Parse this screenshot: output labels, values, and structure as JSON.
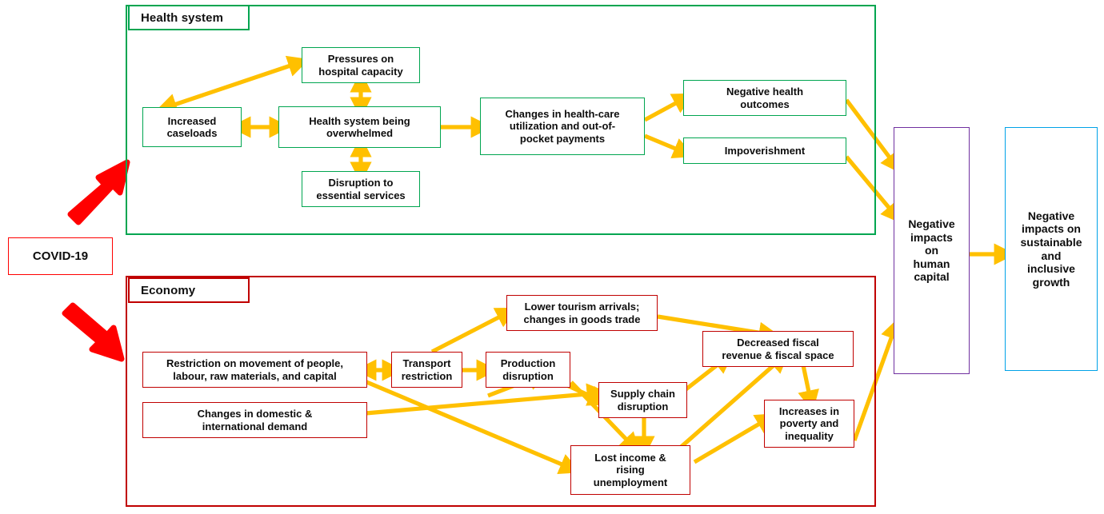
{
  "figure": {
    "title": "COVID-19 impact pathways diagram",
    "colors": {
      "health_panel": "#00A550",
      "economy_panel": "#C00000",
      "human_capital": "#7030A0",
      "growth": "#00A2E8",
      "covid": "#FF0000",
      "arrow": "#FFC000",
      "covid_arrow": "#FF0000"
    }
  },
  "covid": {
    "label": "COVID-19"
  },
  "health": {
    "panel_label": "Health system",
    "nodes": {
      "pressures": "Pressures on\nhospital capacity",
      "caseloads": "Increased\ncaseloads",
      "overwhelmed": "Health system being\noverwhelmed",
      "disruption": "Disruption to\nessential services",
      "changes": "Changes in health-care\nutilization and out-of-\npocket payments",
      "outcomes": "Negative health\noutcomes",
      "impoverishment": "Impoverishment"
    }
  },
  "economy": {
    "panel_label": "Economy",
    "nodes": {
      "restriction": "Restriction on movement of people,\nlabour, raw materials, and capital",
      "demand": "Changes in domestic &\ninternational demand",
      "transport": "Transport\nrestriction",
      "production": "Production\ndisruption",
      "tourism": "Lower tourism arrivals;\nchanges in goods trade",
      "supply_chain": "Supply chain\ndisruption",
      "fiscal": "Decreased fiscal\nrevenue & fiscal space",
      "lost_income": "Lost income &\nrising\nunemployment",
      "poverty": "Increases in\npoverty and\ninequality"
    }
  },
  "outcomes": {
    "human_capital": "Negative\nimpacts\non\nhuman\ncapital",
    "growth": "Negative\nimpacts on\nsustainable\nand\ninclusive\ngrowth"
  }
}
